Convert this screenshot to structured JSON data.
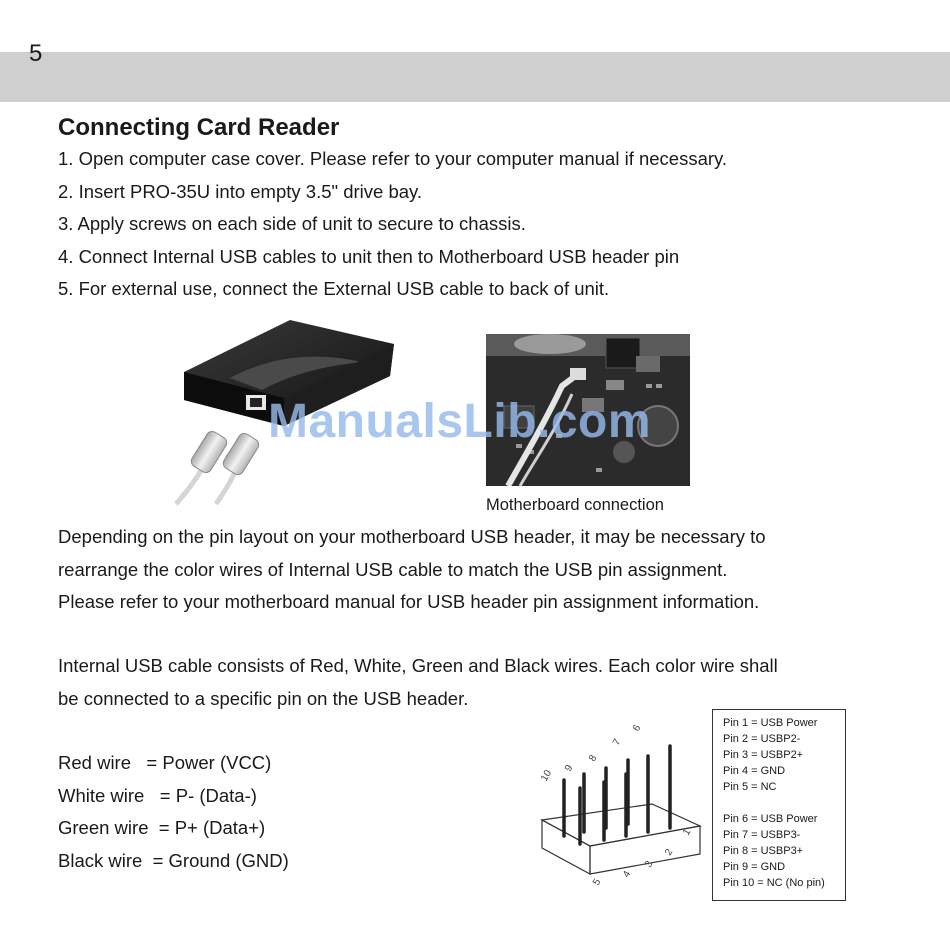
{
  "page": {
    "number": "5"
  },
  "section": {
    "title": "Connecting Card Reader",
    "steps": [
      "1. Open computer case cover.  Please refer to your computer manual if necessary.",
      "2. Insert PRO-35U into empty 3.5\" drive bay.",
      "3. Apply screws on each side of unit to secure to chassis.",
      "4. Connect Internal USB cables to unit then to Motherboard USB header pin",
      "5. For external use, connect the External USB cable to back of unit."
    ]
  },
  "figures": {
    "mobo_caption": "Motherboard connection",
    "watermark": "ManualsLib.com"
  },
  "paragraphs": {
    "pin_layout": [
      "Depending on the pin layout on your motherboard USB header, it may be necessary to",
      "rearrange the color wires of Internal USB cable to match the USB pin assignment.",
      "Please refer to your motherboard manual for USB header pin assignment information."
    ],
    "cable": [
      "Internal USB cable consists of Red, White, Green and Black wires. Each color wire shall",
      "be connected to a specific pin on the USB header."
    ]
  },
  "wires": [
    "Red wire   = Power (VCC)",
    "White wire   = P- (Data-)",
    "Green wire  = P+ (Data+)",
    "Black wire  = Ground (GND)"
  ],
  "pin_diagram": {
    "labels": [
      "10",
      "9",
      "8",
      "7",
      "6",
      "5",
      "4",
      "3",
      "2",
      "1"
    ]
  },
  "pin_table": {
    "group1": [
      "Pin 1 = USB Power",
      "Pin 2 = USBP2-",
      "Pin 3 = USBP2+",
      "Pin 4 = GND",
      "Pin 5 = NC"
    ],
    "group2": [
      "Pin 6 = USB Power",
      "Pin 7 = USBP3-",
      "Pin 8 = USBP3+",
      "Pin 9 = GND",
      "Pin 10 = NC (No pin)"
    ]
  }
}
